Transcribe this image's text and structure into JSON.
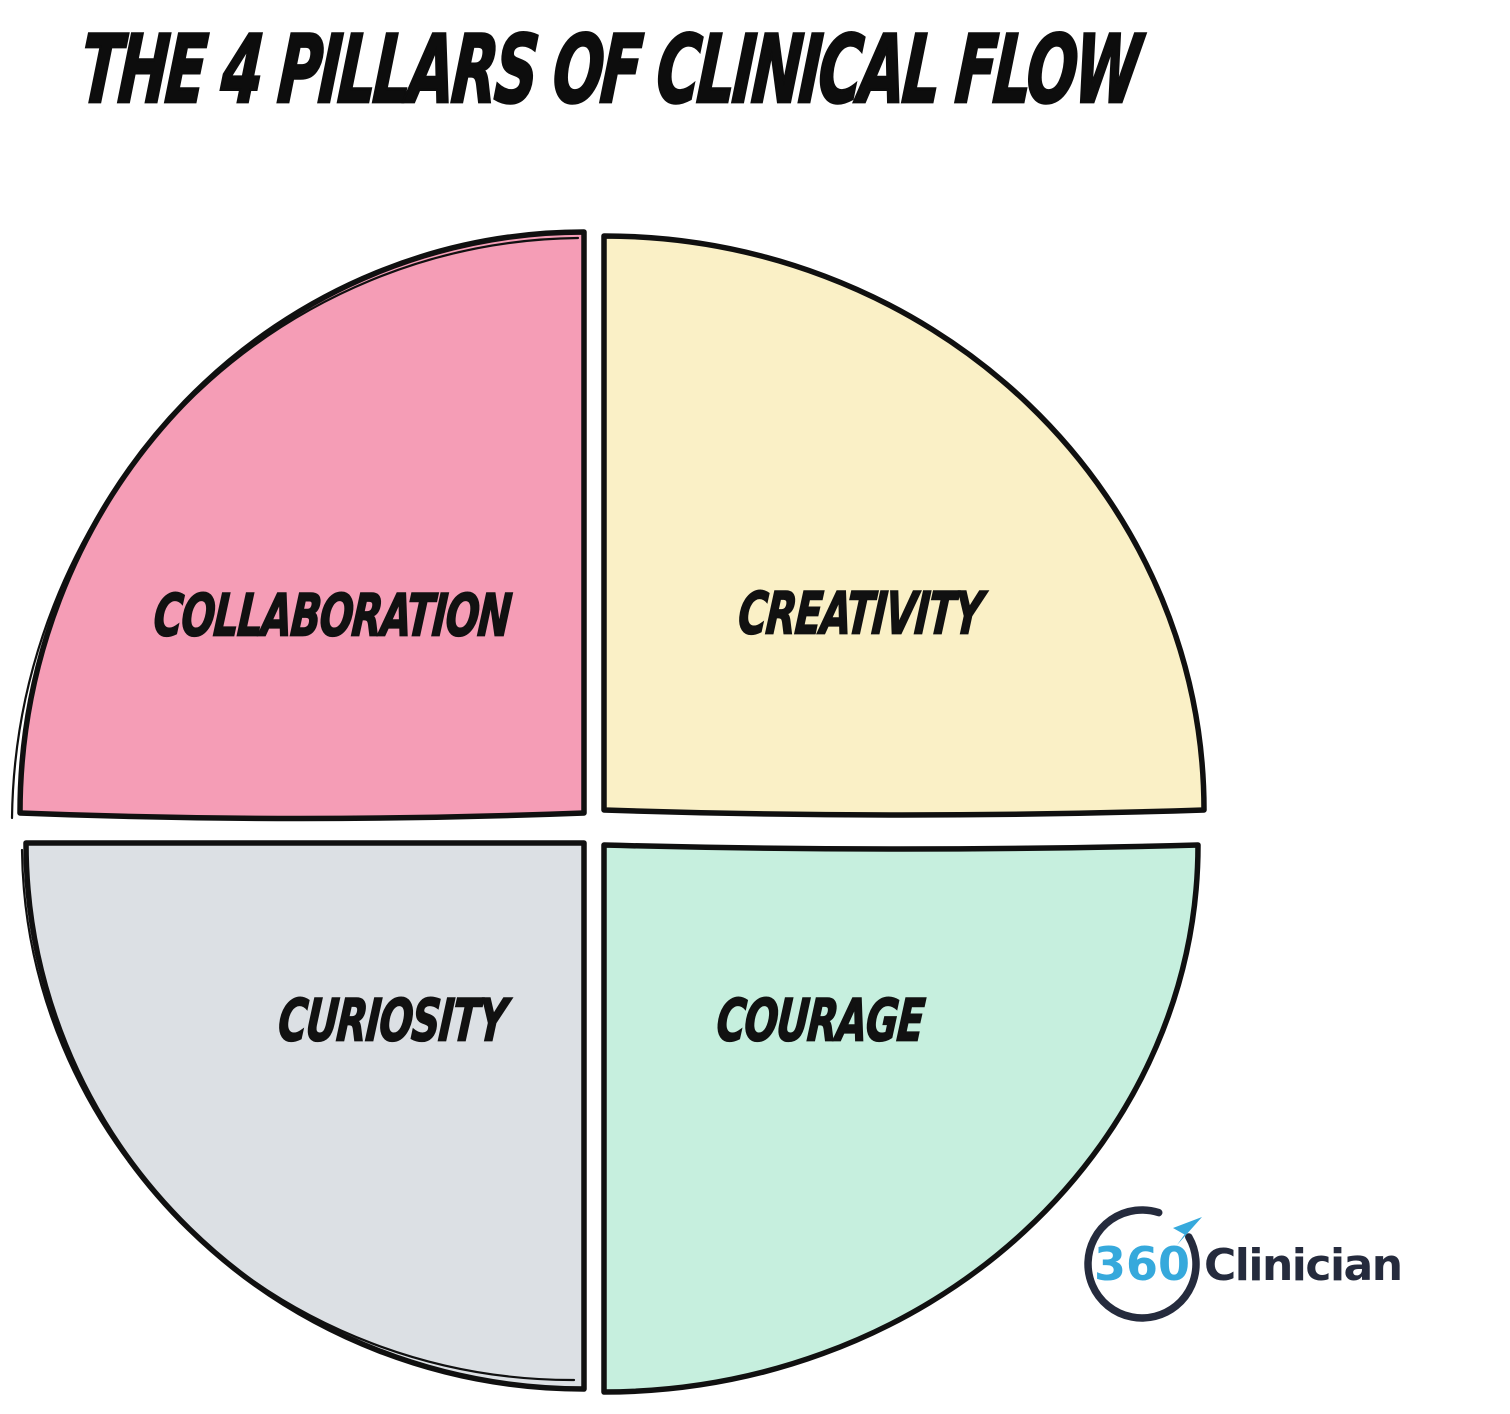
{
  "title": "THE 4 PILLARS OF CLINICAL FLOW",
  "pie": {
    "type": "quadrant-diagram",
    "quadrants": [
      {
        "id": "collaboration",
        "label": "COLLABORATION",
        "color": "#F59DB6",
        "position": "top-left"
      },
      {
        "id": "creativity",
        "label": "CREATIVITY",
        "color": "#FAF0C6",
        "position": "top-right"
      },
      {
        "id": "curiosity",
        "label": "CURIOSITY",
        "color": "#DCE0E4",
        "position": "bottom-left"
      },
      {
        "id": "courage",
        "label": "COURAGE",
        "color": "#C6EFDE",
        "position": "bottom-right"
      }
    ],
    "outline_color": "#101010"
  },
  "logo": {
    "circle_text": "360",
    "wordmark": "Clinician",
    "accent_color": "#36A9DC",
    "navy_color": "#252B3D",
    "icon": "paper-plane-icon"
  }
}
